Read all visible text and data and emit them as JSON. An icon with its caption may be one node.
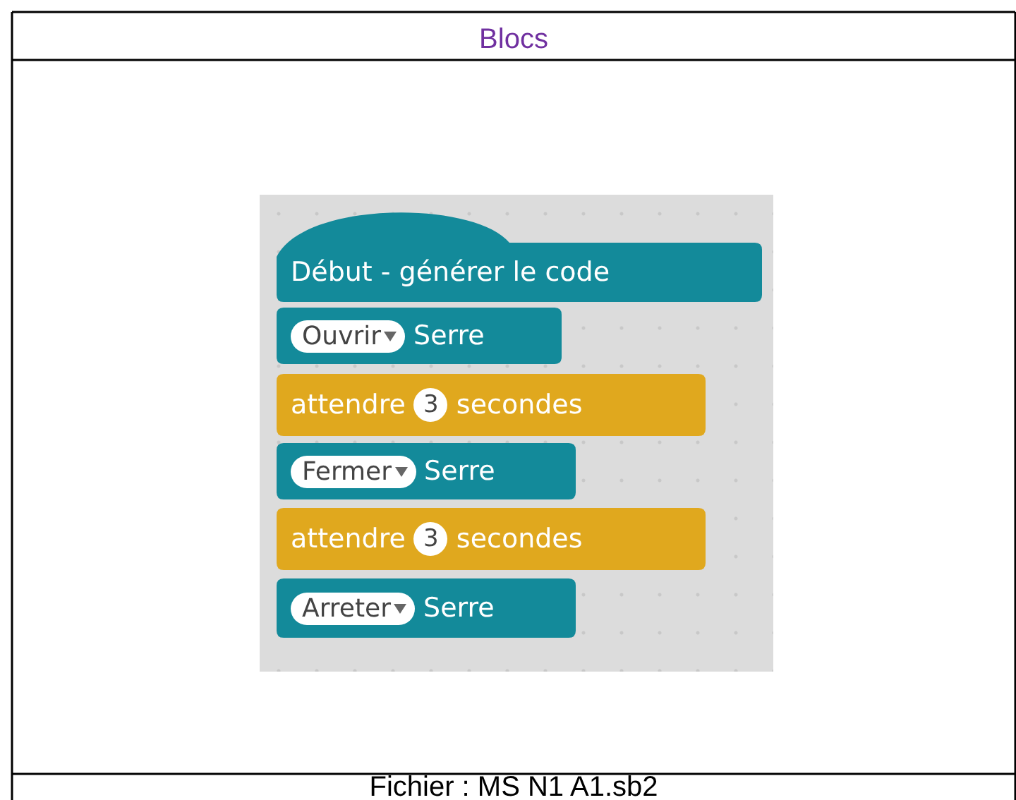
{
  "diagram": {
    "nodes": [
      {
        "text": [
          "Début - générer le code"
        ]
      },
      {
        "text": [
          "Ouvrir",
          "Serre"
        ]
      },
      {
        "text": [
          "attendre",
          "3",
          "secondes"
        ]
      },
      {
        "text": [
          "Fermer",
          "Serre"
        ]
      },
      {
        "text": [
          "attendre",
          "3",
          "secondes"
        ]
      },
      {
        "text": [
          "Arreter",
          "Serre"
        ]
      }
    ],
    "labels": [
      "Blocs",
      "Fichier : MS N1 A1.sb2"
    ]
  }
}
